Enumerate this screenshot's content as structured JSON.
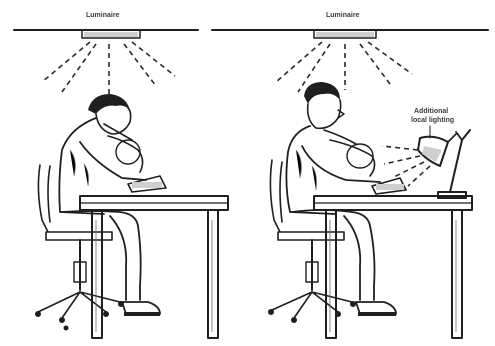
{
  "panels": [
    {
      "id": "left",
      "luminaire_label": "Luminaire"
    },
    {
      "id": "right",
      "luminaire_label": "Luminaire",
      "additional_label_line1": "Additional",
      "additional_label_line2": "local lighting"
    }
  ]
}
